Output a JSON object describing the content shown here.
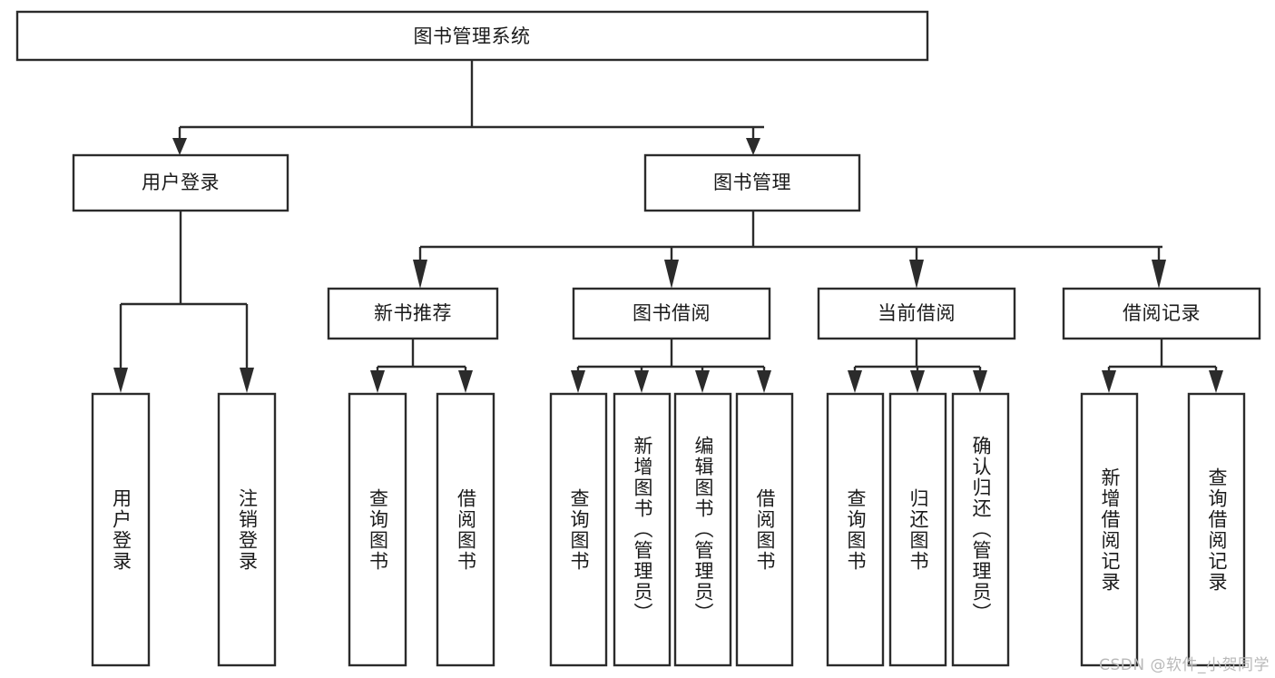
{
  "diagram": {
    "type": "tree",
    "title": "图书管理系统",
    "orientation": "top-down",
    "root": {
      "label": "图书管理系统",
      "level": 0
    },
    "level2": [
      {
        "label": "用户登录"
      },
      {
        "label": "图书管理"
      }
    ],
    "level3": [
      {
        "label": "新书推荐"
      },
      {
        "label": "图书借阅"
      },
      {
        "label": "当前借阅"
      },
      {
        "label": "借阅记录"
      }
    ],
    "leaves": {
      "user_login": [
        {
          "label": "用户登录"
        },
        {
          "label": "注销登录"
        }
      ],
      "new_book_recommend": [
        {
          "label": "查询图书"
        },
        {
          "label": "借阅图书"
        }
      ],
      "book_borrow": [
        {
          "label": "查询图书"
        },
        {
          "label": "新增图书（管理员）"
        },
        {
          "label": "编辑图书（管理员）"
        },
        {
          "label": "借阅图书"
        }
      ],
      "current_borrow": [
        {
          "label": "查询图书"
        },
        {
          "label": "归还图书"
        },
        {
          "label": "确认归还（管理员）"
        }
      ],
      "borrow_record": [
        {
          "label": "新增借阅记录"
        },
        {
          "label": "查询借阅记录"
        }
      ]
    }
  },
  "watermark": {
    "text": "CSDN @软件_小贺同学"
  },
  "colors": {
    "stroke": "#2b2b2b",
    "fill": "#ffffff",
    "text": "#1a1a1a",
    "watermark": "#b9b9b9"
  }
}
